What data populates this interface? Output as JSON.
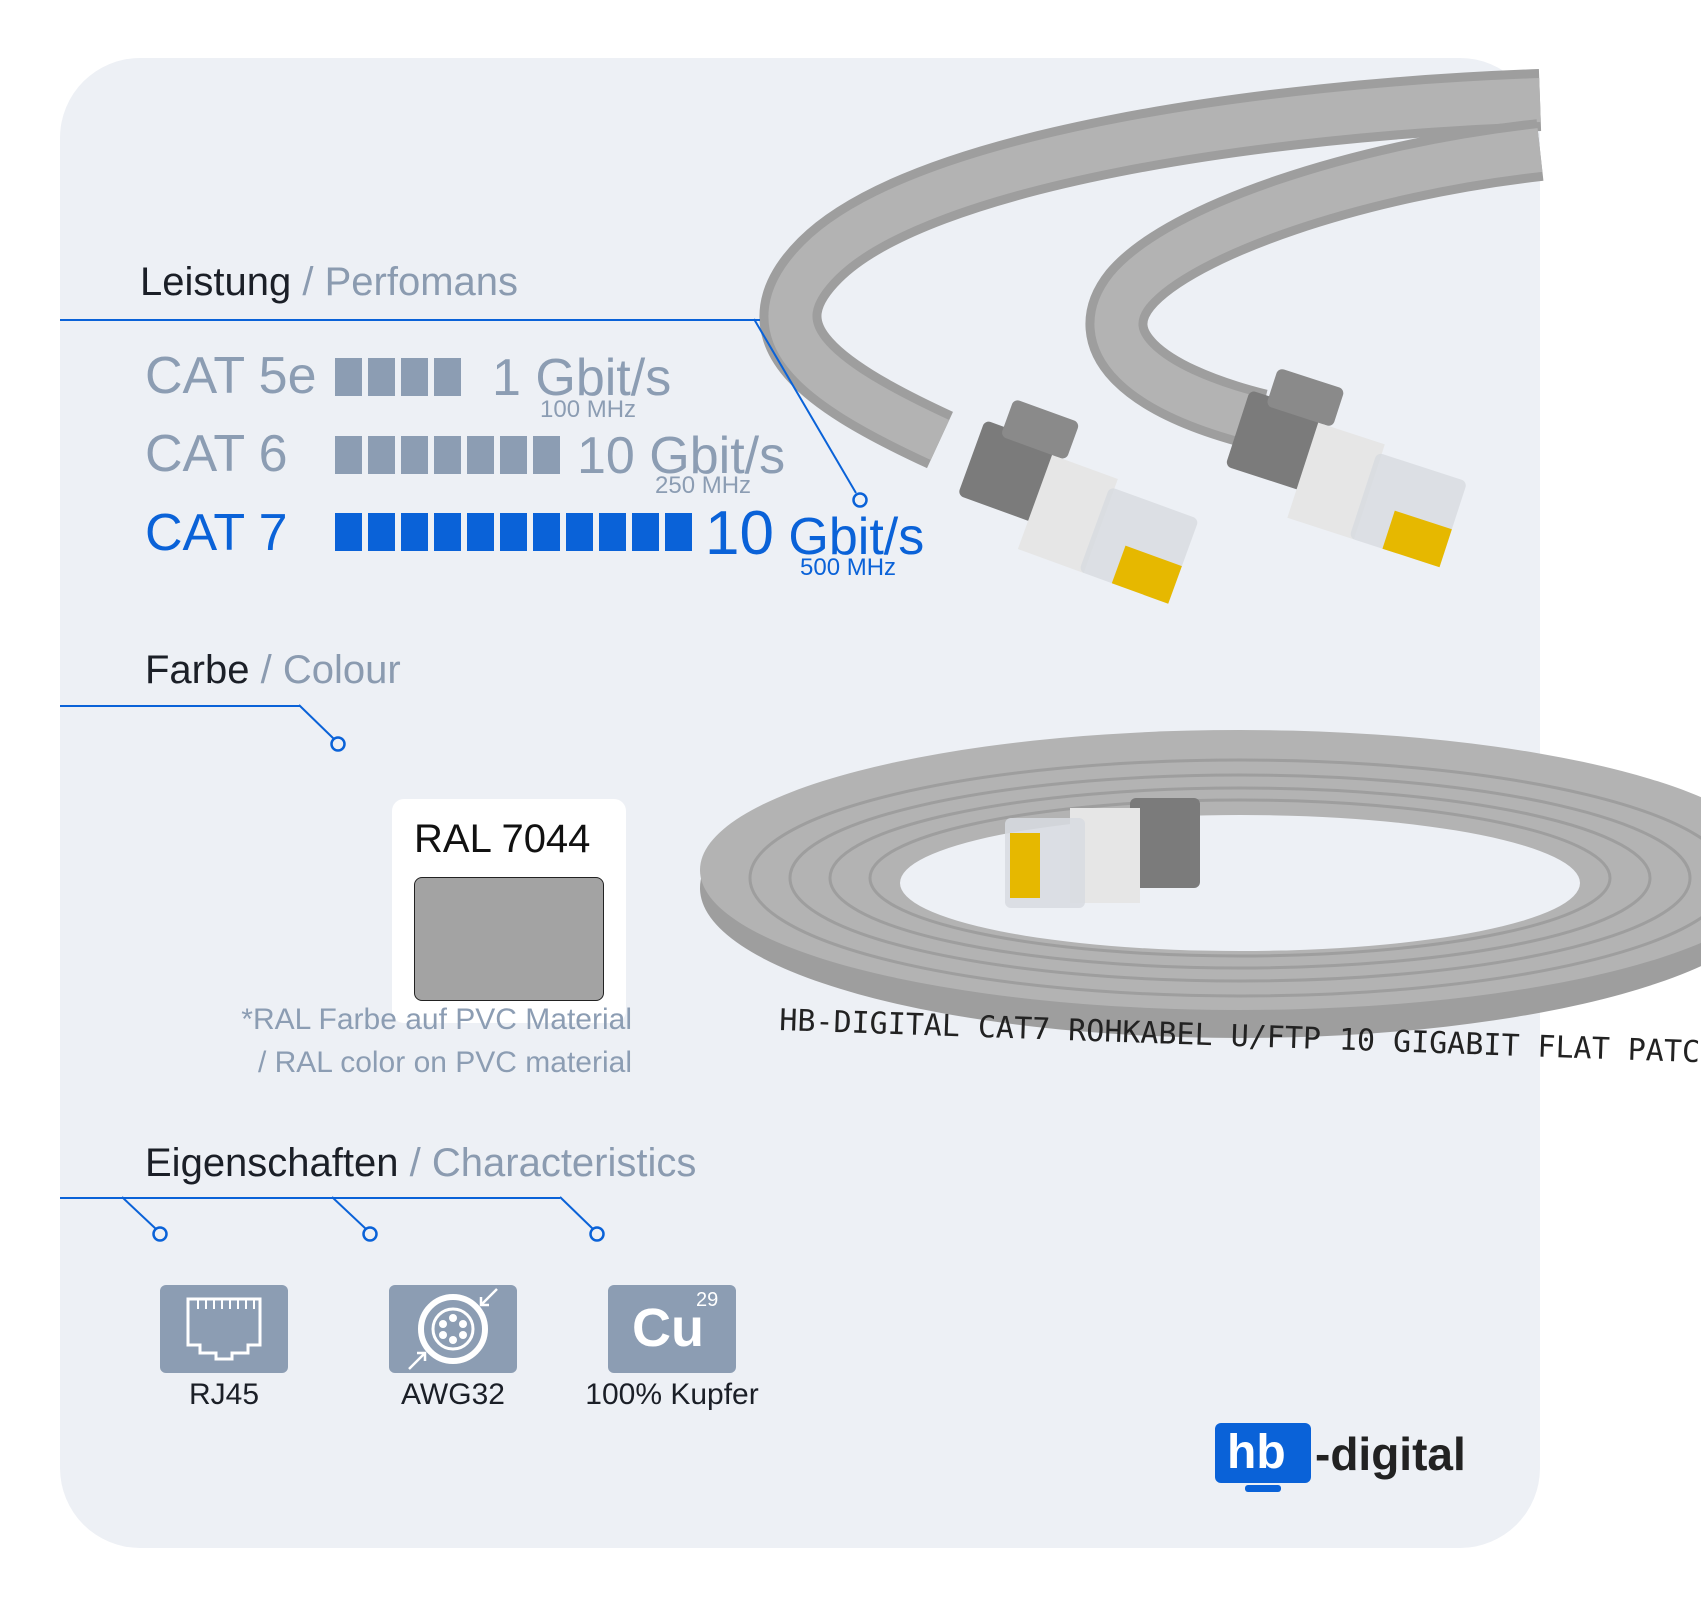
{
  "performance": {
    "heading": "Leistung",
    "heading_sub": "/ Perfomans",
    "rows": [
      {
        "label": "CAT 5e",
        "bars": 4,
        "speed_num": "1",
        "speed_unit": "Gbit/s",
        "freq": "100 MHz",
        "active": false
      },
      {
        "label": "CAT 6",
        "bars": 7,
        "speed_num": "10",
        "speed_unit": "Gbit/s",
        "freq": "250 MHz",
        "active": false
      },
      {
        "label": "CAT 7",
        "bars": 11,
        "speed_num": "10",
        "speed_unit": "Gbit/s",
        "freq": "500 MHz",
        "active": true
      }
    ]
  },
  "colour": {
    "heading": "Farbe",
    "heading_sub": "/ Colour",
    "ral_label": "RAL 7044",
    "swatch_color": "#a3a3a3",
    "note_line1": "*RAL Farbe auf PVC Material",
    "note_line2": "/ RAL color on PVC material"
  },
  "characteristics": {
    "heading": "Eigenschaften",
    "heading_sub": "/ Characteristics",
    "items": [
      {
        "icon": "rj45-port-icon",
        "label": "RJ45"
      },
      {
        "icon": "cable-cross-section-icon",
        "label": "AWG32"
      },
      {
        "icon": "copper-element-icon",
        "label": "100% Kupfer",
        "symbol": "Cu",
        "atomic_number": "29"
      }
    ]
  },
  "cable_print": "HB-DIGITAL CAT7 ROHKABEL U/FTP 10 GIGABIT FLAT PATC",
  "brand": {
    "logo_box": "hb",
    "logo_text": "-digital"
  },
  "colors": {
    "accent": "#0a62d8",
    "muted": "#8c9db3",
    "background": "#edf0f5"
  }
}
